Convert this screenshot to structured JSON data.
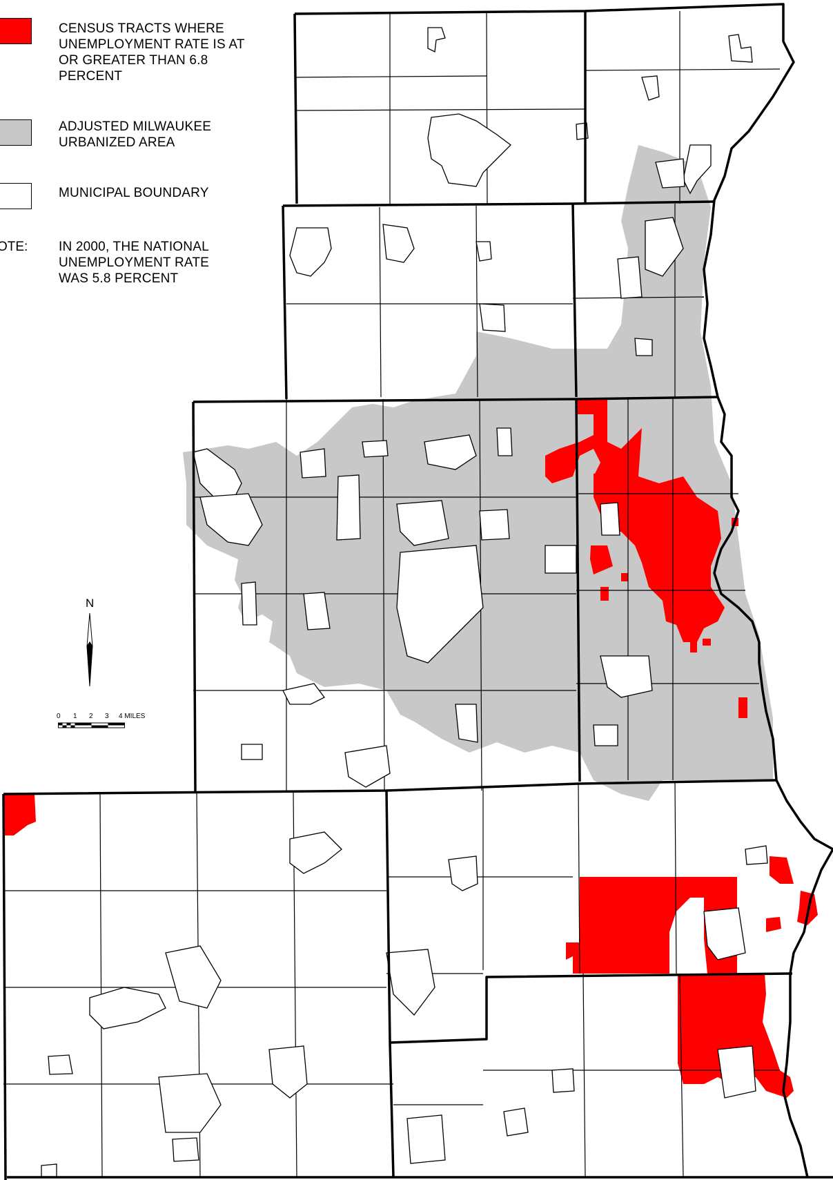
{
  "legend": {
    "items": [
      {
        "label": "CENSUS TRACTS WHERE UNEMPLOYMENT RATE IS AT OR GREATER THAN 6.8 PERCENT",
        "color": "#ff0000"
      },
      {
        "label": "ADJUSTED MILWAUKEE URBANIZED AREA",
        "color": "#c8c8c8"
      },
      {
        "label": "MUNICIPAL BOUNDARY",
        "color": "#ffffff"
      }
    ],
    "note_label": "OTE:",
    "note_text": "IN 2000, THE NATIONAL UNEMPLOYMENT RATE WAS 5.8 PERCENT"
  },
  "north_arrow": {
    "label": "N",
    "icon": "north-arrow-icon"
  },
  "scale_bar": {
    "ticks": [
      "0",
      "1",
      "2",
      "3",
      "4 MILES"
    ]
  },
  "colors": {
    "unemployment": "#ff0000",
    "urbanized": "#c8c8c8",
    "boundary": "#000000",
    "background": "#ffffff"
  }
}
